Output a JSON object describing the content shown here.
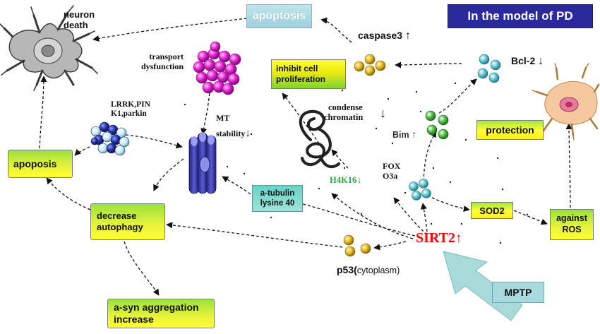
{
  "header": {
    "model_title": "In the model of PD"
  },
  "nodes": {
    "apoptosis_top": "apoptosis",
    "neuron_death_1": "neuron",
    "neuron_death_2": "death",
    "caspase3": "caspase3",
    "bcl2": "Bcl-2",
    "transport_1": "transport",
    "transport_2": "dysfunction",
    "inhibit_1": "inhibit cell",
    "inhibit_2": "proliferation",
    "lrrk_1": "LRRK,PIN",
    "lrrk_2": "K1,parkin",
    "mt_1": "MT",
    "mt_2": "stability",
    "condense_1": "condense",
    "condense_2": "chromatin",
    "bim": "Bim",
    "protection": "protection",
    "apoposis": "apoposis",
    "fox_1": "FOX",
    "fox_2": "O3a",
    "h4k16": "H4K16",
    "tubulin_1": "a-tubulin",
    "tubulin_2": "lysine 40",
    "decrease_1": "decrease",
    "decrease_2": "autophagy",
    "sod2": "SOD2",
    "against_1": "against",
    "against_2": "ROS",
    "sirt2": "SIRT2",
    "p53_main": "p53(",
    "p53_sub": "cytoplasm)",
    "mptp": "MPTP",
    "asyn_1": "a-syn aggregation",
    "asyn_2": "increase"
  },
  "arrows": {
    "up": "↑",
    "down": "↓"
  },
  "colors": {
    "sirt2_red": "#ff0000",
    "h4k16_green": "#2aa84a",
    "title_navy": "#2a2a9c",
    "magenta": "#e020d0",
    "yellow_ball": "#e6b818",
    "cyan_ball": "#5fc5d0",
    "green_ball": "#55c14a",
    "mt_blue": "#3a3aa8",
    "mptp_arrow": "#a8dada"
  }
}
